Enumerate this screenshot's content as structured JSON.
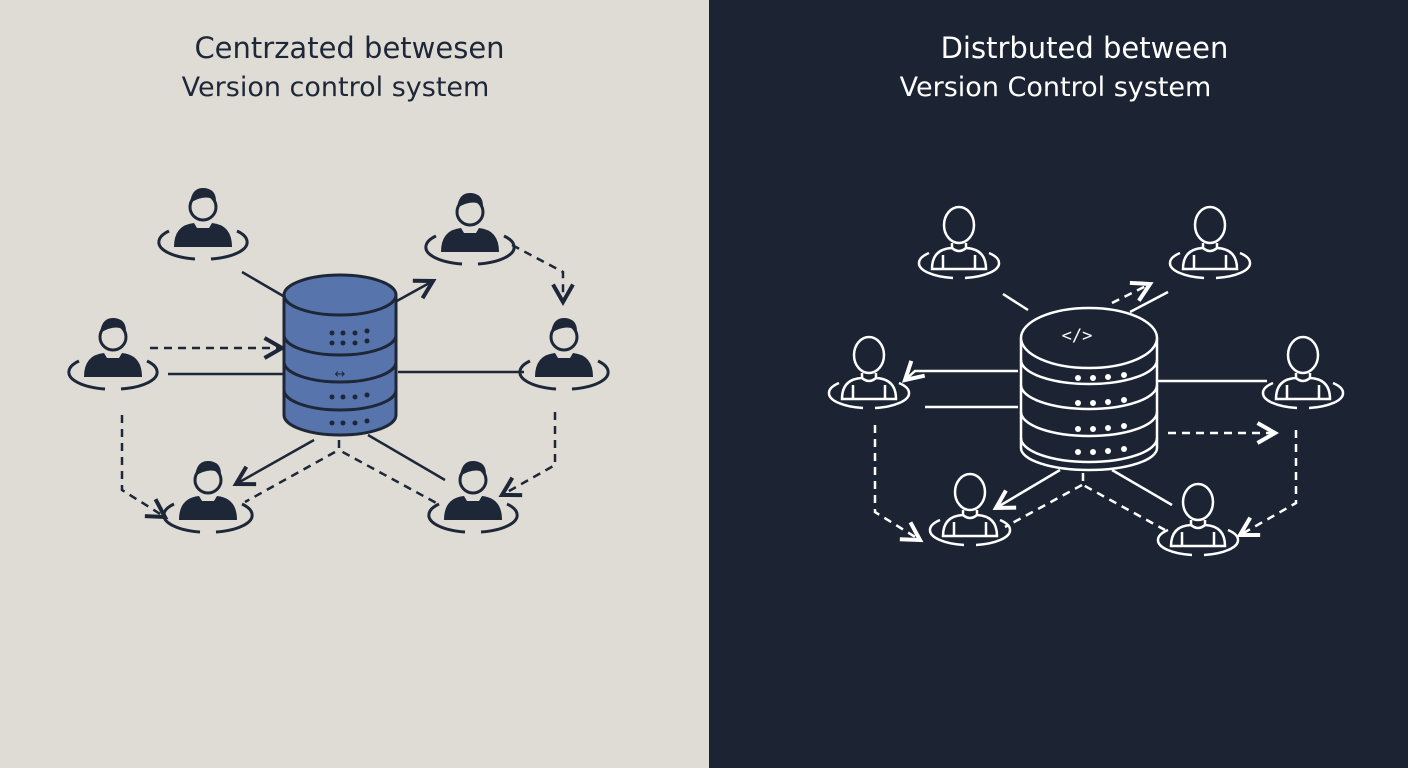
{
  "left_panel": {
    "title_line1": "Centrzated betwesen",
    "title_line2": "Version control system",
    "background": "#dedcd5",
    "ink": "#1e2738",
    "server_fill": "#5874ad",
    "server_label": "↔",
    "users": [
      "user-top-left",
      "user-top-right",
      "user-mid-left",
      "user-mid-right",
      "user-bottom-left",
      "user-bottom-right"
    ]
  },
  "right_panel": {
    "title_line1": "Distrbuted between",
    "title_line2": "Version Control system",
    "background": "#1c2434",
    "ink": "#ffffff",
    "server_label": "</>",
    "users": [
      "user-top-left",
      "user-top-right",
      "user-mid-left",
      "user-mid-right",
      "user-bottom-left",
      "user-bottom-right"
    ]
  }
}
